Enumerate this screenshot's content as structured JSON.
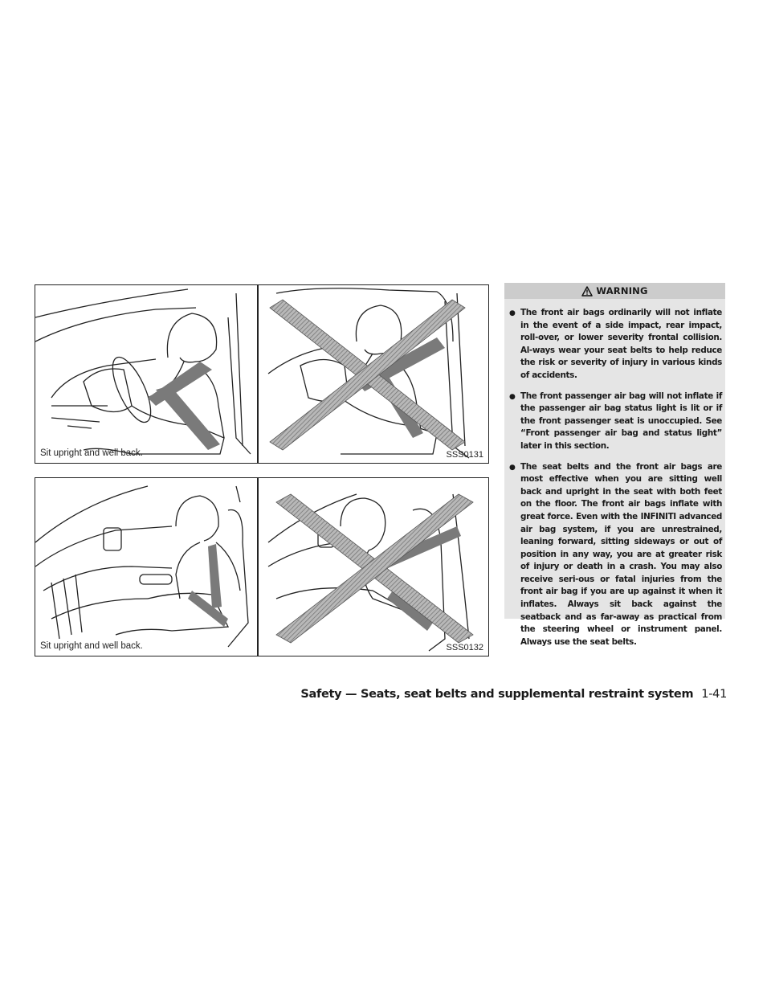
{
  "figures": [
    {
      "caption": "Sit upright and well back.",
      "code": "SSS0131"
    },
    {
      "caption": "Sit upright and well back.",
      "code": "SSS0132"
    }
  ],
  "warning": {
    "title": "WARNING",
    "items": [
      "The front air bags ordinarily will not inflate in the event of a side impact, rear impact, roll-over, or lower severity frontal collision. Al-ways wear your seat belts to help reduce the risk or severity of injury in various kinds of accidents.",
      "The front passenger air bag will not inflate if the passenger air bag status light is lit or if the front passenger seat is unoccupied. See “Front passenger air bag and status light” later in this section.",
      "The seat belts and the front air bags are most effective when you are sitting well back and upright in the seat with both feet on the floor. The front air bags inflate with great force. Even with the INFINITI advanced air bag system, if you are unrestrained, leaning forward, sitting sideways or out of position in any way, you are at greater risk of injury or death in a crash. You may also receive seri-ous or fatal injuries from the front air bag if you are up against it when it inflates. Always sit back against the seatback and as far-away as practical from the steering wheel or instrument panel. Always use the seat belts."
    ]
  },
  "footer": {
    "section": "Safety — Seats, seat belts and supplemental restraint system",
    "page": "1-41"
  },
  "colors": {
    "warning_bg": "#e5e5e5",
    "warning_header": "#cccccc",
    "belt": "#7a7a7a",
    "cross": "#9a9a9a"
  }
}
